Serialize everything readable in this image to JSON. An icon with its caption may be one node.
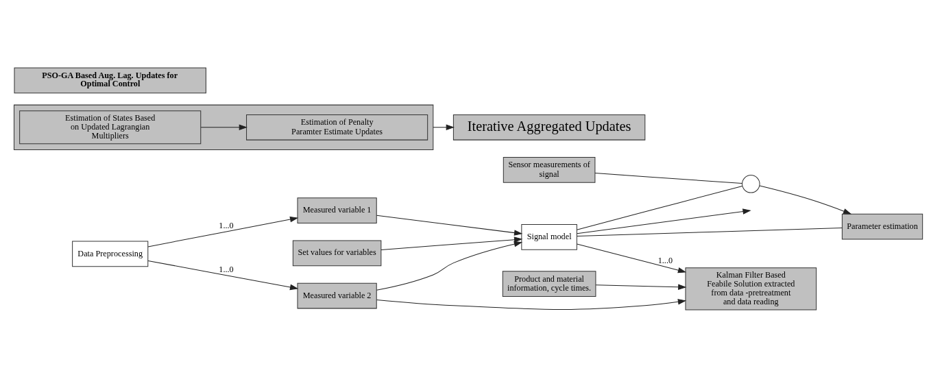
{
  "diagram": {
    "nodes": [
      {
        "text": [
          "Data Preprocessing"
        ]
      },
      {
        "text": [
          "Measured variable 1"
        ]
      },
      {
        "text": [
          "Set values for variables"
        ]
      },
      {
        "text": [
          "Signal model"
        ]
      },
      {
        "text": [
          "Parameter estimation"
        ]
      },
      {
        "text": [],
        "shape": "circle"
      },
      {
        "text": [
          "Measured variable 2"
        ]
      },
      {
        "text": [
          "Sensor measurements of signal"
        ]
      },
      {
        "text": [
          "Product and material information, cycle times."
        ]
      },
      {
        "text": [
          "Kalman Filter Based Feabile Solution extracted from data -pretreatment and data reading"
        ]
      },
      {
        "text": [],
        "shape": "box"
      },
      {
        "text": [
          "Estimation of States Based on Updated Lagrangian Multipliers"
        ],
        "in": 10
      },
      {
        "text": [
          "Estimation of Penalty Paramter Estimate Updates"
        ],
        "in": 10
      },
      {
        "text": [
          "Iterative Aggregated Updates"
        ]
      },
      {
        "text": [
          "PSO-GA Based Aug. Lag. Updates for Optimal Control"
        ]
      }
    ],
    "edges": [
      {
        "from": 0,
        "to": 1,
        "arrow": "to",
        "label": "1...0"
      },
      {
        "from": 0,
        "to": 6,
        "arrow": "to",
        "label": "1...0"
      },
      {
        "from": 1,
        "to": 3,
        "arrow": "to"
      },
      {
        "from": 2,
        "to": 3,
        "arrow": "to"
      },
      {
        "from": 6,
        "to": 3,
        "arrow": "to"
      },
      {
        "from": 4,
        "to": 3,
        "arrow": "none"
      },
      {
        "from": 3,
        "to": null,
        "arrow": "to"
      },
      {
        "from": 3,
        "to": 9,
        "arrow": "to",
        "label": "1...0"
      },
      {
        "from": 3,
        "to": 5,
        "arrow": "none"
      },
      {
        "from": 5,
        "to": 4,
        "arrow": "to"
      },
      {
        "from": 7,
        "to": 5,
        "arrow": "none"
      },
      {
        "from": 6,
        "to": 9,
        "arrow": "to"
      },
      {
        "from": 8,
        "to": 9,
        "arrow": "to"
      },
      {
        "from": 11,
        "to": 12,
        "arrow": "to"
      },
      {
        "from": 10,
        "to": 13,
        "arrow": "to"
      }
    ]
  }
}
